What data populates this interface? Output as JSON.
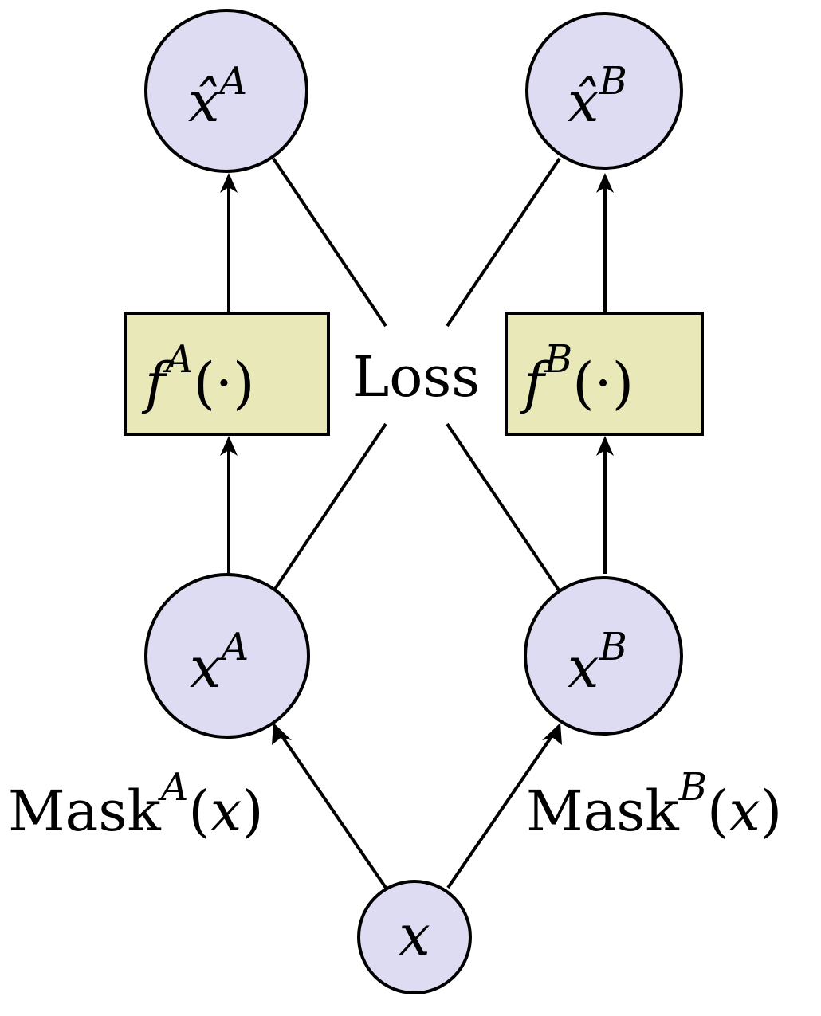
{
  "nodes": {
    "xhat_a": {
      "base": "x̂",
      "sup": "A"
    },
    "xhat_b": {
      "base": "x̂",
      "sup": "B"
    },
    "f_a": {
      "base": "f",
      "sup": "A",
      "arg": "(·)"
    },
    "f_b": {
      "base": "f",
      "sup": "B",
      "arg": "(·)"
    },
    "x_a": {
      "base": "x",
      "sup": "A"
    },
    "x_b": {
      "base": "x",
      "sup": "B"
    },
    "x": {
      "base": "x"
    }
  },
  "labels": {
    "loss": "Loss",
    "mask_a": {
      "name": "Mask",
      "sup": "A",
      "open": "(",
      "arg": "x",
      "close": ")"
    },
    "mask_b": {
      "name": "Mask",
      "sup": "B",
      "open": "(",
      "arg": "x",
      "close": ")"
    }
  },
  "colors": {
    "circle_fill": "#dedcf2",
    "box_fill": "#e8e8b8",
    "stroke": "#000000"
  }
}
